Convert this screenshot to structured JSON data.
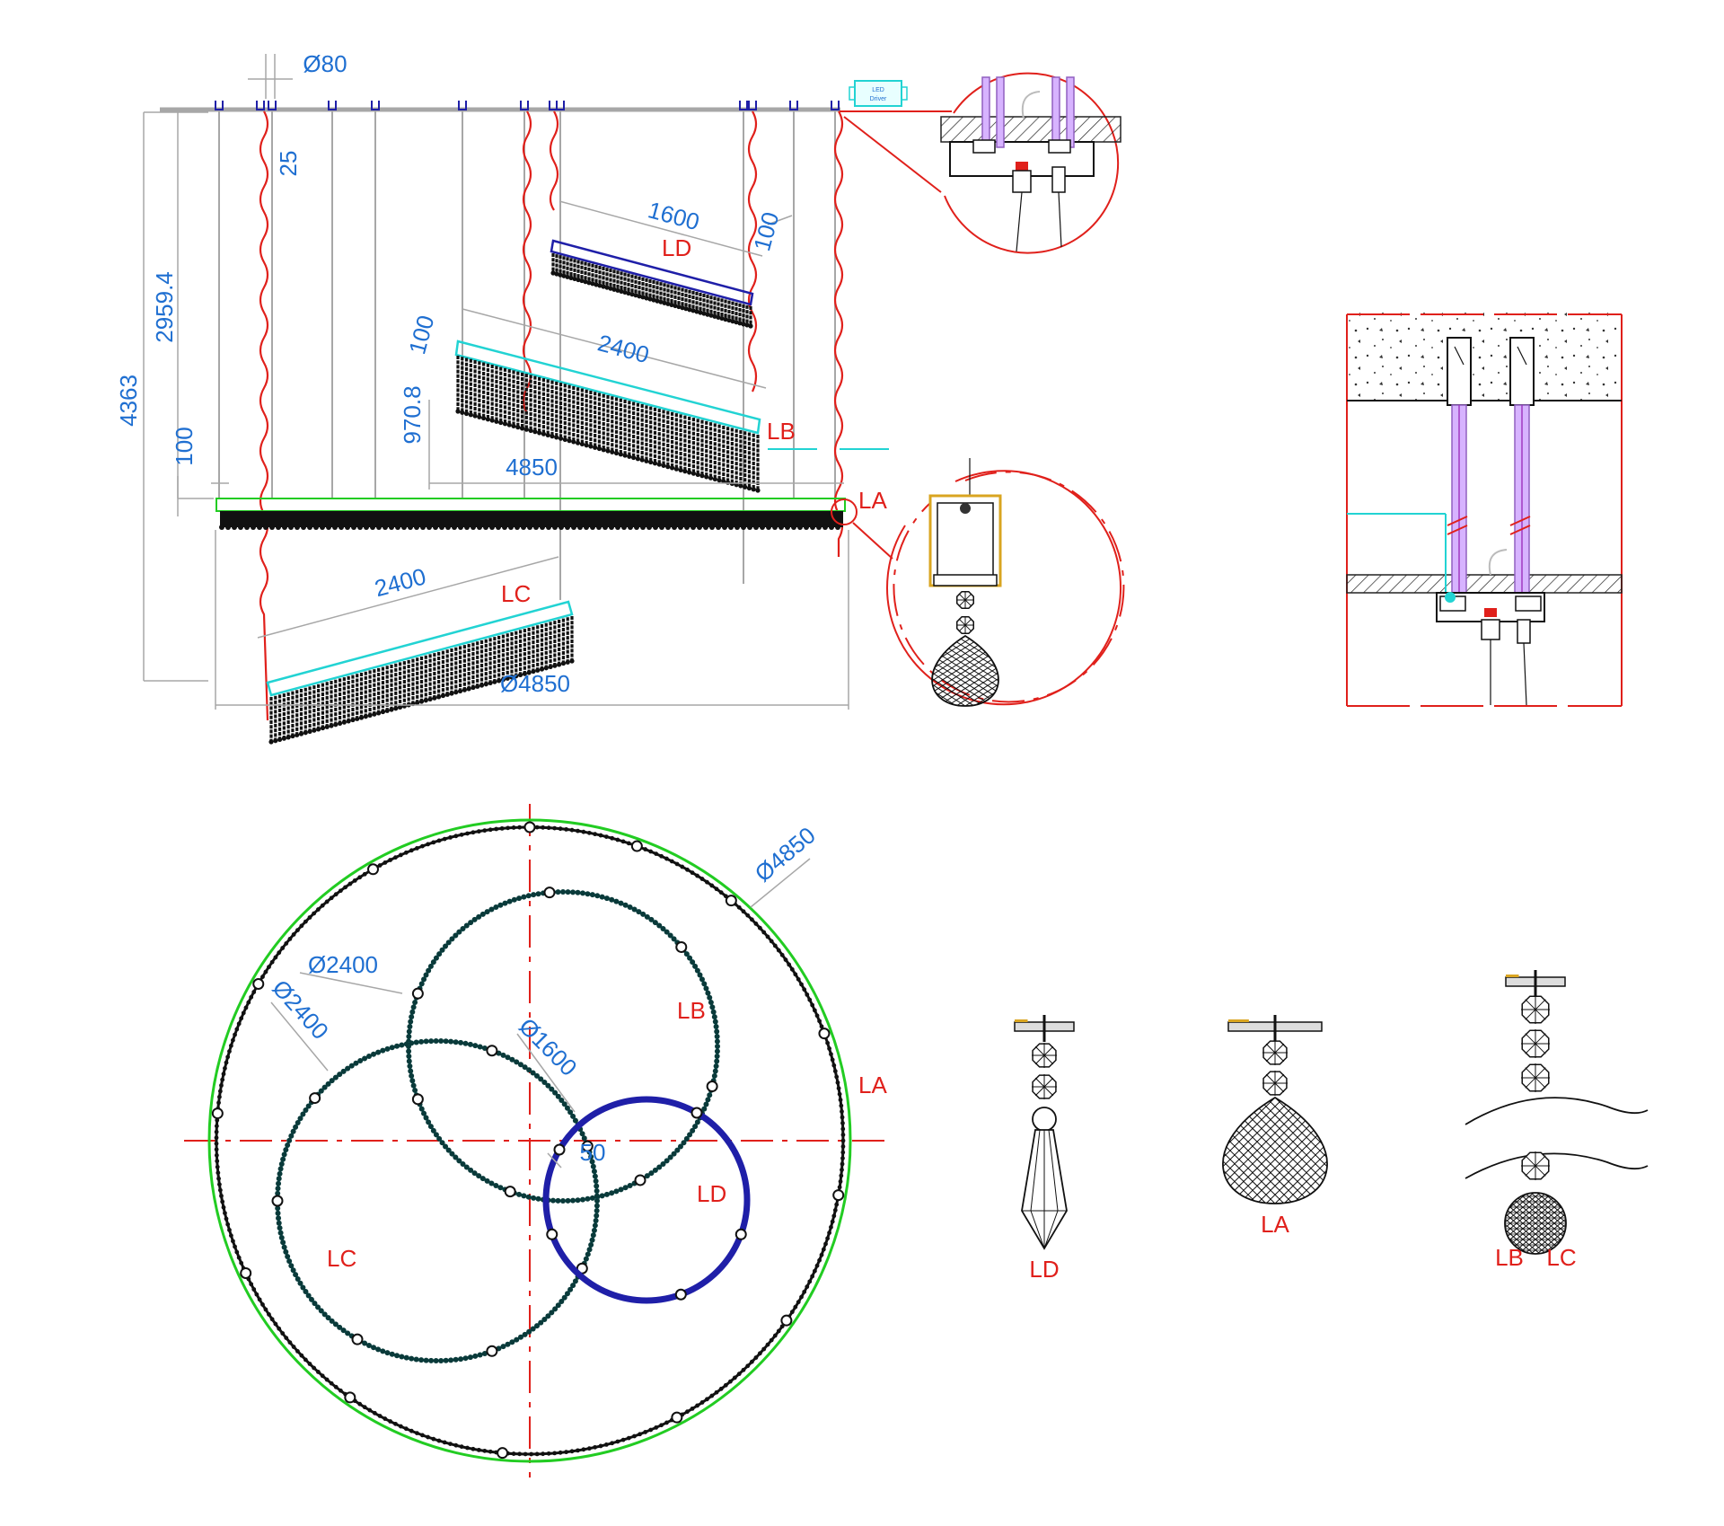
{
  "elevation": {
    "dims": {
      "d80": "Ø80",
      "d25": "25",
      "d1600": "1600",
      "d100_top": "100",
      "d2959": "2959.4",
      "d4363": "4363",
      "d100_side": "100",
      "d100_lb": "100",
      "d970": "970.8",
      "d2400_lb": "2400",
      "d4850": "4850",
      "d2400_lc": "2400",
      "d4850_bottom": "Ø4850"
    },
    "labels": {
      "ld": "LD",
      "lb": "LB",
      "la": "LA",
      "lc": "LC"
    },
    "driver_text": [
      "LED",
      "Driver"
    ]
  },
  "plan": {
    "dims": {
      "d4850": "Ø4850",
      "d2400_a": "Ø2400",
      "d2400_b": "Ø2400",
      "d1600": "Ø1600",
      "d50": "50"
    },
    "labels": {
      "lb": "LB",
      "la": "LA",
      "ld": "LD",
      "lc": "LC"
    }
  },
  "pendants": {
    "ld": "LD",
    "la": "LA",
    "lb": "LB",
    "lc": "LC"
  },
  "colors": {
    "dimension": "#1f6fd1",
    "label": "#e0201b",
    "ring_la": "#22cc22",
    "ring_lb_lc": "#22d3d3",
    "ring_ld": "#1f1fa8",
    "rail": "#a7a7a7"
  }
}
